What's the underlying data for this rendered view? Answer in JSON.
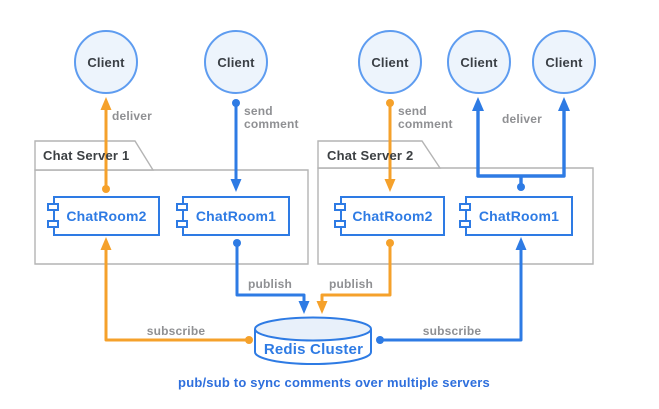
{
  "diagram": {
    "clients": [
      {
        "label": "Client"
      },
      {
        "label": "Client"
      },
      {
        "label": "Client"
      },
      {
        "label": "Client"
      },
      {
        "label": "Client"
      }
    ],
    "servers": [
      {
        "title": "Chat Server 1",
        "rooms": [
          {
            "label": "ChatRoom2"
          },
          {
            "label": "ChatRoom1"
          }
        ]
      },
      {
        "title": "Chat Server 2",
        "rooms": [
          {
            "label": "ChatRoom2"
          },
          {
            "label": "ChatRoom1"
          }
        ]
      }
    ],
    "edges": {
      "deliver_server1": "deliver",
      "send_comment_client2": "send\ncomment",
      "send_comment_client3": "send\ncomment",
      "deliver_server2": "deliver",
      "publish_server1": "publish",
      "publish_server2": "publish",
      "subscribe_server1": "subscribe",
      "subscribe_server2": "subscribe"
    },
    "redis": {
      "label": "Redis Cluster"
    },
    "caption": "pub/sub to sync comments over multiple servers",
    "colors": {
      "orange": "#f5a12b",
      "blue": "#2e7be4",
      "client_fill": "#edf4fc",
      "client_border": "#5e9cf0",
      "frame_gray": "#b4b4b4",
      "label_gray": "#8f9093",
      "cylinder_top_fill": "#e8f0fa",
      "caption_blue": "#2e6fdd"
    }
  }
}
